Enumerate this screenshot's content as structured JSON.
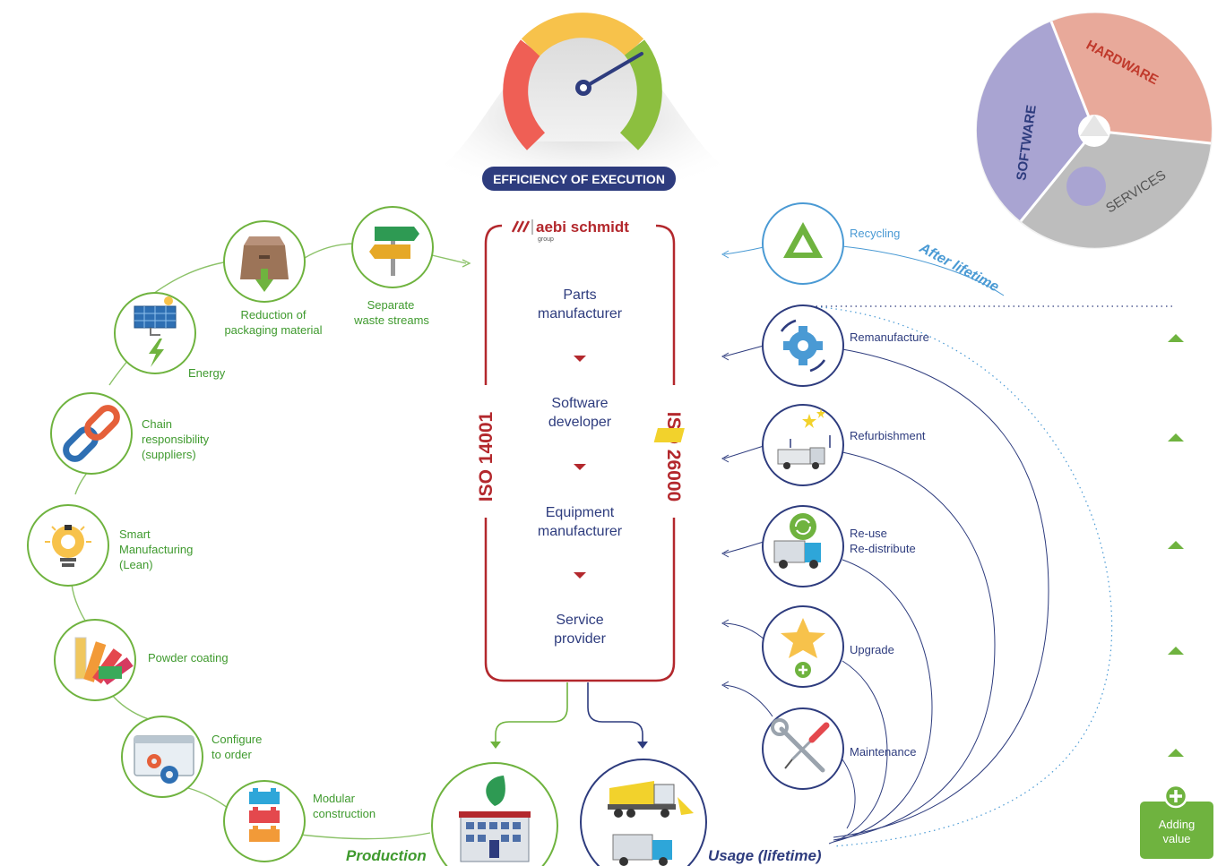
{
  "gauge": {
    "title": "EFFICIENCY OF EXECUTION"
  },
  "puzzle": {
    "hardware": "HARDWARE",
    "software": "SOFTWARE",
    "services": "SERVICES"
  },
  "center": {
    "brand": "aebi schmidt",
    "brand_sub": "group",
    "iso_left": "ISO 14001",
    "iso_right": "ISO 26000",
    "steps": [
      {
        "line1": "Parts",
        "line2": "manufacturer"
      },
      {
        "line1": "Software",
        "line2": "developer"
      },
      {
        "line1": "Equipment",
        "line2": "manufacturer"
      },
      {
        "line1": "Service",
        "line2": "provider"
      }
    ]
  },
  "left_items": {
    "energy": "Energy",
    "packaging": [
      "Reduction of",
      "packaging material"
    ],
    "waste": [
      "Separate",
      "waste streams"
    ],
    "chain": [
      "Chain",
      "responsibility",
      "(suppliers)"
    ],
    "smart": [
      "Smart",
      "Manufacturing",
      "(Lean)"
    ],
    "powder": "Powder coating",
    "configure": [
      "Configure",
      "to order"
    ],
    "modular": [
      "Modular",
      "construction"
    ]
  },
  "right_items": {
    "recycling": "Recycling",
    "after": "After lifetime",
    "remanufacture": "Remanufacture",
    "refurbishment": "Refurbishment",
    "reuse": [
      "Re-use",
      "Re-distribute"
    ],
    "upgrade": "Upgrade",
    "maintenance": "Maintenance"
  },
  "bottom": {
    "production": "Production",
    "usage": "Usage (lifetime)"
  },
  "adding_value": [
    "Adding",
    "value"
  ],
  "colors": {
    "green": "#6fb33f",
    "green_text": "#3f9a2e",
    "red": "#b3282d",
    "navy": "#2e3c7e",
    "blue": "#4a9ad4",
    "gauge_red": "#ef5f55",
    "gauge_yellow": "#f7c24b",
    "gauge_green": "#8cbf3f",
    "puzzle_hardware": "#e8a99a",
    "puzzle_software": "#a9a4d2",
    "puzzle_services": "#bdbdbd"
  }
}
